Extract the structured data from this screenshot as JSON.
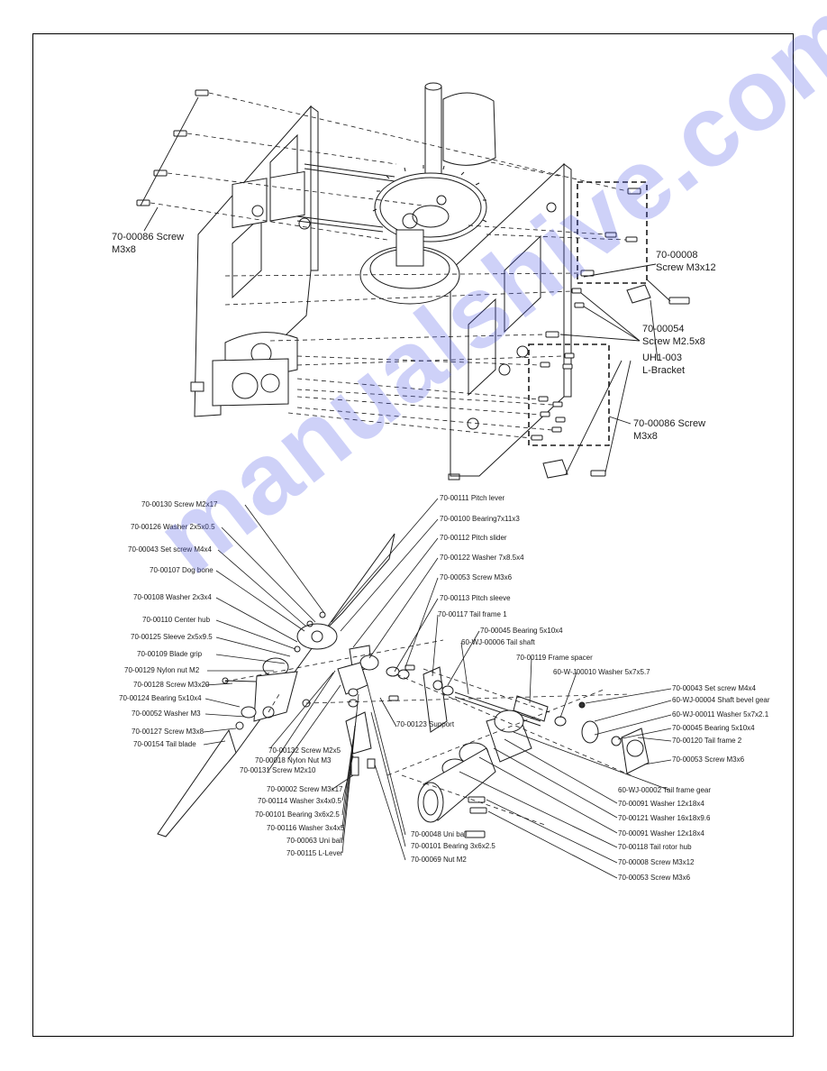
{
  "watermark": "manualshive.com",
  "top_labels": {
    "screw_left": [
      "70-00086 Screw",
      "M3x8"
    ],
    "screw_m3x12": [
      "70-00008",
      "Screw M3x12"
    ],
    "screw_m25x8": [
      "70-00054",
      "Screw M2.5x8"
    ],
    "l_bracket": [
      "UH1-003",
      "L-Bracket"
    ],
    "screw_right": [
      "70-00086 Screw",
      "M3x8"
    ]
  },
  "callouts": {
    "c01": "70-00130 Screw M2x17",
    "c02": "70-00126 Washer 2x5x0.5",
    "c03": "70-00043 Set screw M4x4",
    "c04": "70-00107 Dog bone",
    "c05": "70-00108 Washer 2x3x4",
    "c06": "70-00110 Center hub",
    "c07": "70-00125 Sleeve 2x5x9.5",
    "c08": "70-00109 Blade grip",
    "c09": "70-00129 Nylon nut M2",
    "c10": "70-00128 Screw M3x20",
    "c11": "70-00124 Bearing 5x10x4",
    "c12": "70-00052 Washer M3",
    "c13": "70-00127 Screw M3x8",
    "c14": "70-00154 Tail blade",
    "c15": "70-00111 Pitch lever",
    "c16": "70-00100 Bearing7x11x3",
    "c17": "70-00112 Pitch slider",
    "c18": "70-00122 Washer 7x8.5x4",
    "c19": "70-00053 Screw M3x6",
    "c20": "70-00113 Pitch sleeve",
    "c21": "70-00117 Tail frame 1",
    "c22": "70-00045 Bearing 5x10x4",
    "c23": "60-WJ-00006 Tail shaft",
    "c24": "70-00119 Frame spacer",
    "c25": "60-W-J00010 Washer 5x7x5.7",
    "c26": "70-00043 Set screw M4x4",
    "c27": "60-WJ-00004 Shaft bevel gear",
    "c28": "60-WJ-00011 Washer 5x7x2.1",
    "c29": "70-00045 Bearing 5x10x4",
    "c30": "70-00120 Tail frame 2",
    "c31": "70-00053 Screw M3x6",
    "c32": "70-00123 Support",
    "c33": "70-00132 Screw M2x5",
    "c34": "70-00018 Nylon Nut M3",
    "c35": "70-00131 Screw M2x10",
    "c36": "70-00002 Screw M3x17",
    "c37": "70-00114 Washer 3x4x0.5",
    "c38": "70-00101 Bearing  3x6x2.5",
    "c39": "70-00116 Washer 3x4x5",
    "c40": "70-00063 Uni ball",
    "c41": "70-00115 L-Lever",
    "c42": "70-00048 Uni ball",
    "c43": "70-00101 Bearing  3x6x2.5",
    "c44": "70-00069 Nut M2",
    "c45": "60-WJ-00002 Tail frame gear",
    "c46": "70-00091 Washer 12x18x4",
    "c47": "70-00121 Washer 16x18x9.6",
    "c48": "70-00091 Washer 12x18x4",
    "c49": "70-00118 Tail rotor hub",
    "c50": "70-00008 Screw M3x12",
    "c51": "70-00053 Screw M3x6"
  }
}
